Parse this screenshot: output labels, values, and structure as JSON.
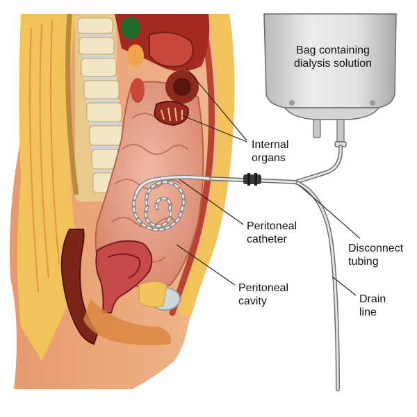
{
  "labels": {
    "bag": [
      "Bag containing",
      "dialysis solution"
    ],
    "internal_organs": [
      "Internal",
      "organs"
    ],
    "peritoneal_catheter": [
      "Peritoneal",
      "catheter"
    ],
    "peritoneal_cavity": [
      "Peritoneal",
      "cavity"
    ],
    "disconnect_tubing": [
      "Disconnect",
      "tubing"
    ],
    "drain_line": [
      "Drain",
      "line"
    ]
  },
  "colors": {
    "skin": "#e9a37a",
    "fat": "#f2c35a",
    "bone": "#f3e6c4",
    "intestine": "#e8a68f",
    "muscle": "#8f1f17",
    "bag": "#dcdcdc",
    "tube": "#bdbdbd",
    "leader": "#222222"
  }
}
